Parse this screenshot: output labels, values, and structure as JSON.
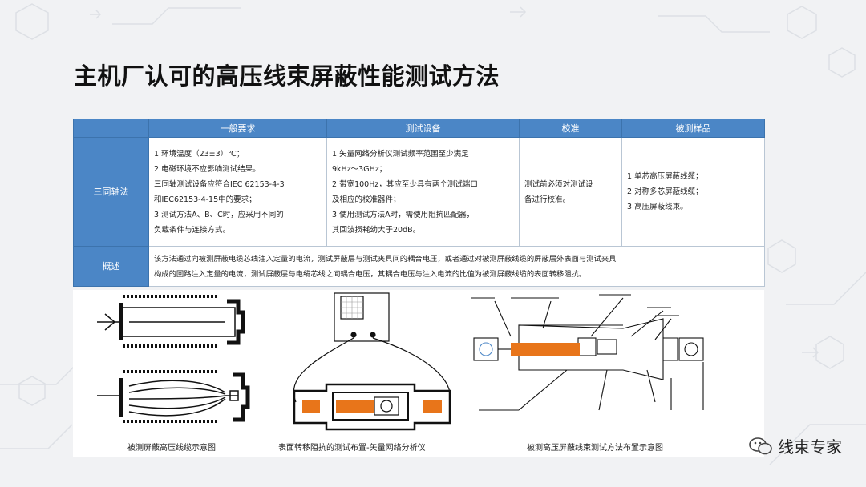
{
  "title": "主机厂认可的高压线束屏蔽性能测试方法",
  "table": {
    "headers": [
      "一般要求",
      "测试设备",
      "校准",
      "被测样品"
    ],
    "rows": [
      {
        "label": "三同轴法",
        "general": [
          "1.环境温度（23±3）℃；",
          "2.电磁环境不应影响测试结果。",
          "三同轴测试设备应符合IEC 62153-4-3",
          "和IEC62153-4-15中的要求；",
          "3.测试方法A、B、C时，应采用不同的",
          "负载条件与连接方式。"
        ],
        "equipment": [
          "1.矢量网络分析仪测试频率范围至少满足",
          "9kHz～3GHz；",
          "2.带宽100Hz，其应至少具有两个测试端口",
          "及相应的校准器件；",
          "3.使用测试方法A时，需使用阻抗匹配器，",
          "其回波损耗幼大于20dB。"
        ],
        "calibration": [
          "测试前必须对测试设",
          "备进行校准。"
        ],
        "sample": [
          "1.单芯高压屏蔽线缆；",
          "2.对称多芯屏蔽线缆；",
          "3.高压屏蔽线束。"
        ]
      },
      {
        "label": "概述",
        "text": [
          "该方法通过向被测屏蔽电缆芯线注入定量的电流，测试屏蔽层与测试夹具间的耦合电压，或者通过对被测屏蔽线缆的屏蔽层外表面与测试夹具",
          "构成的回路注入定量的电流，测试屏蔽层与电缆芯线之间耦合电压，其耦合电压与注入电流的比值为被测屏蔽线缆的表面转移阻抗。"
        ]
      }
    ]
  },
  "figures": {
    "captions": [
      "被测屏蔽高压线缆示意图",
      "表面转移阻抗的测试布置-矢量网络分析仪",
      "被测高压屏蔽线束测试方法布置示意图"
    ]
  },
  "brand": {
    "text": "线束专家",
    "icon": "wechat-icon"
  },
  "colors": {
    "header_blue": "#4b86c6",
    "shield_orange": "#e8751a"
  }
}
